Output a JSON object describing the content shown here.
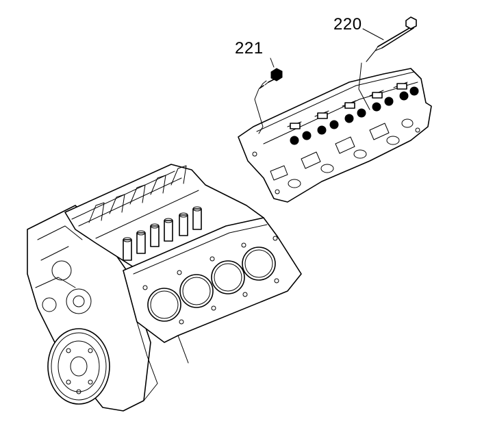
{
  "diagram": {
    "callouts": [
      {
        "id": "221",
        "label": "221"
      },
      {
        "id": "220",
        "label": "220"
      }
    ]
  }
}
